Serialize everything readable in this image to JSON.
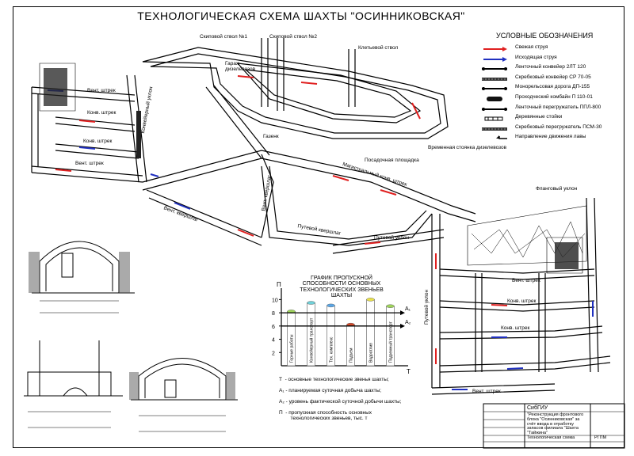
{
  "title": "ТЕХНОЛОГИЧЕСКАЯ СХЕМА ШАХТЫ \"ОСИННИКОВСКАЯ\"",
  "legend": {
    "title": "УСЛОВНЫЕ ОБОЗНАЧЕНИЯ",
    "items": [
      {
        "label": "Свежая струя",
        "icon": "red-arrow",
        "color": "#e02020"
      },
      {
        "label": "Исходящая струя",
        "icon": "blue-arrow",
        "color": "#2030c0"
      },
      {
        "label": "Ленточный конвейер 2ЛТ 120",
        "icon": "belt-conveyor"
      },
      {
        "label": "Скребковый конвейер СР 70-05",
        "icon": "scraper-conveyor"
      },
      {
        "label": "Монорельсовая дорога ДП-155",
        "icon": "monorail"
      },
      {
        "label": "Проходческий комбайн П 110-01",
        "icon": "heading-machine"
      },
      {
        "label": "Ленточный перегружатель ППЛ-800",
        "icon": "belt-reloader"
      },
      {
        "label": "Деревянные стойки",
        "icon": "wooden-props"
      },
      {
        "label": "Скребковый перегружатель ПСМ-30",
        "icon": "scraper-reloader"
      },
      {
        "label": "Направление движения лавы",
        "icon": "face-direction"
      }
    ]
  },
  "mine_labels": {
    "shaft1": "Скиповой ствол №1",
    "shaft2": "Скиповой ствол №2",
    "cage_shaft": "Клетьевой ствол",
    "garage": "Гараж\nдизелевозов",
    "vent_drift": "Вент. штрек",
    "conv_drift": "Конв. штрек",
    "conv_drift2": "Конв. штрек",
    "vent_drift2": "Вент. штрек",
    "conv_incline": "Конвейерный уклон",
    "gazenk": "Газенк",
    "loading_area": "Посадочная площадка",
    "temp_station": "Временная стоянка дизелевозов",
    "main_conv_drift": "Магистральный конв. штрек",
    "vent_skat": "Вент. квершлаг",
    "vent_incline_small": "Вент. квершлаг",
    "track_crosscut": "Путевой квершлаг",
    "track_incline": "Путевой уклон",
    "track_incline2": "Путевой уклон",
    "flank_incline": "Фланговый уклон",
    "r_vent": "Вент. штрек",
    "r_conv": "Конв. штрек",
    "r_conv2": "Конв. штрек",
    "r_vent2": "Вент. штрек"
  },
  "graph": {
    "title": "ГРАФИК ПРОПУСКНОЙ СПОСОБНОСТИ ОСНОВНЫХ ТЕХНОЛОГИЧЕСКИХ ЗВЕНЬЕВ ШАХТЫ",
    "y_axis_label": "П",
    "x_axis_label": "Т",
    "line_labels": [
      "A₁",
      "A₂"
    ]
  },
  "chart_data": {
    "type": "bar",
    "categories": [
      "Горные работы",
      "Конвейерный транспорт",
      "Тех. комплекс",
      "Подъем",
      "Водоотлив",
      "Подземный транспорт"
    ],
    "values": [
      8.2,
      9.5,
      9.1,
      6.2,
      10.0,
      9.0
    ],
    "colors": [
      "#9ed35a",
      "#6fd0d8",
      "#5aa6e6",
      "#d24a2a",
      "#e8e04a",
      "#9ed35a"
    ],
    "ylim": [
      0,
      11
    ],
    "yticks": [
      2,
      4,
      6,
      8,
      10
    ],
    "reference_lines": [
      {
        "name": "A₁",
        "value": 8.0
      },
      {
        "name": "A₂",
        "value": 6.0
      }
    ],
    "xlabel": "Т",
    "ylabel": "П"
  },
  "notes": [
    "Т  - основные технологические звенья шахты;",
    "А₁ - планируемая суточная добыча шахты;",
    "А₂ - уровень фактической суточной добычи шахты;",
    "П  - пропускная способность основных\n        технологических звеньев, тыс. т"
  ],
  "stamp": {
    "org": "СибГИУ",
    "desc": "\"Реконструкция фронтового блока \"Осинниковская\" за счёт ввода в отработку запасов филиала \"Шахта \"Тайжина\"",
    "sheet_name": "Технологическая схема",
    "group": "РГПМ"
  }
}
